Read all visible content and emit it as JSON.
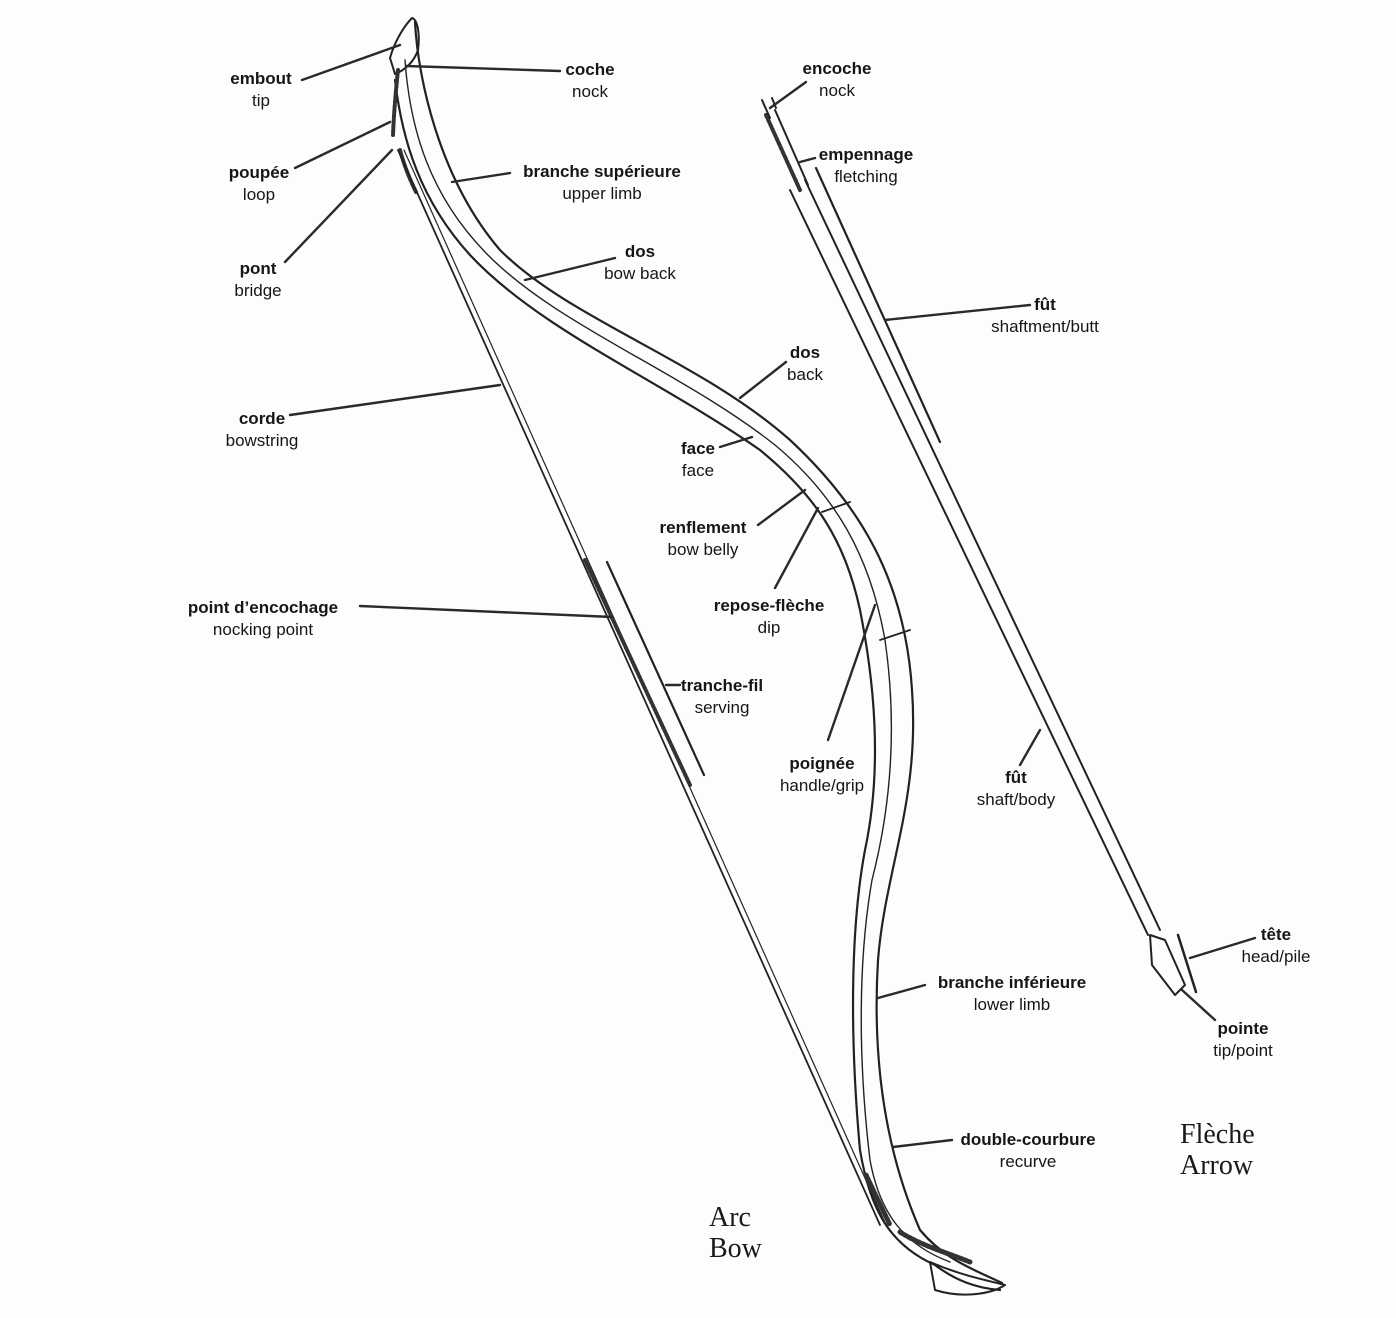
{
  "labels": {
    "embout": {
      "fr": "embout",
      "en": "tip"
    },
    "coche": {
      "fr": "coche",
      "en": "nock"
    },
    "poupee": {
      "fr": "poupée",
      "en": "loop"
    },
    "pont": {
      "fr": "pont",
      "en": "bridge"
    },
    "branche_sup": {
      "fr": "branche  supérieure",
      "en": "upper  limb"
    },
    "dos1": {
      "fr": "dos",
      "en": "bow  back"
    },
    "dos2": {
      "fr": "dos",
      "en": "back"
    },
    "corde": {
      "fr": "corde",
      "en": "bowstring"
    },
    "face": {
      "fr": "face",
      "en": "face"
    },
    "renflement": {
      "fr": "renflement",
      "en": "bow  belly"
    },
    "repose": {
      "fr": "repose-flèche",
      "en": "dip"
    },
    "point_encochage": {
      "fr": "point  d’encochage",
      "en": "nocking  point"
    },
    "tranche": {
      "fr": "tranche-fil",
      "en": "serving"
    },
    "poignee": {
      "fr": "poignée",
      "en": "handle/grip"
    },
    "branche_inf": {
      "fr": "branche  inférieure",
      "en": "lower  limb"
    },
    "double": {
      "fr": "double-courbure",
      "en": "recurve"
    },
    "encoche": {
      "fr": "encoche",
      "en": "nock"
    },
    "empennage": {
      "fr": "empennage",
      "en": "fletching"
    },
    "fut1": {
      "fr": "fût",
      "en": "shaftment/butt"
    },
    "fut2": {
      "fr": "fût",
      "en": "shaft/body"
    },
    "tete": {
      "fr": "tête",
      "en": "head/pile"
    },
    "pointe": {
      "fr": "pointe",
      "en": "tip/point"
    }
  },
  "titles": {
    "arc": {
      "fr": "Arc",
      "en": "Bow"
    },
    "fleche": {
      "fr": "Flèche",
      "en": "Arrow"
    }
  }
}
